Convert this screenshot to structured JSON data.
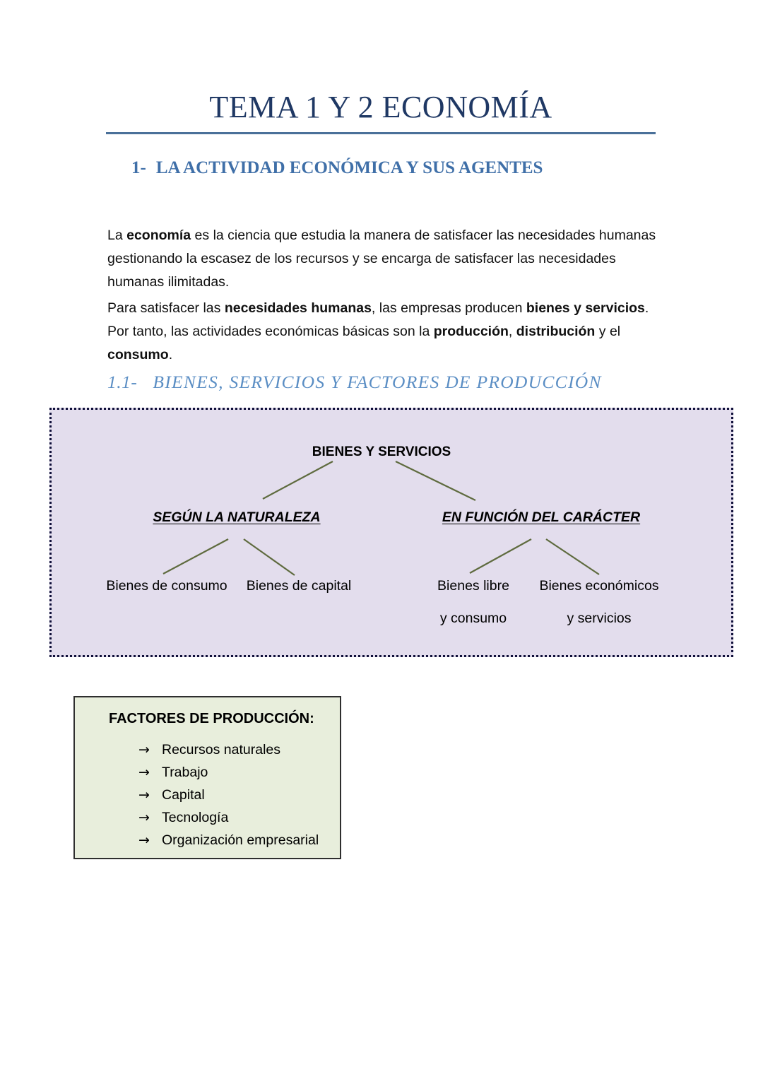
{
  "document": {
    "title": "TEMA 1 Y 2 ECONOMÍA",
    "accent_title_color": "#1f3864",
    "accent_rule_color": "#4a7099",
    "accent_h1_color": "#3f6fa8",
    "accent_h2_color": "#5b8ec4"
  },
  "section1": {
    "number": "1-",
    "heading": "LA ACTIVIDAD ECONÓMICA Y SUS AGENTES",
    "paragraph1": {
      "part1": "La ",
      "bold1": "economía",
      "part2": " es la ciencia que estudia la manera de satisfacer las necesidades humanas gestionando la escasez de los recursos y se encarga de satisfacer las necesidades humanas ilimitadas."
    },
    "paragraph2": {
      "part1": "Para satisfacer las ",
      "bold1": "necesidades humanas",
      "part2": ", las empresas producen ",
      "bold2": "bienes y servicios",
      "part3": ". Por tanto, las actividades económicas básicas son la ",
      "bold3": "producción",
      "part4": ", ",
      "bold4": "distribución",
      "part5": " y el ",
      "bold5": "consumo",
      "part6": "."
    }
  },
  "section11": {
    "number": "1.1-",
    "heading": "BIENES, SERVICIOS Y FACTORES DE PRODUCCIÓN"
  },
  "diagram": {
    "background_color": "#e3dded",
    "border_color": "#10103a",
    "connector_color": "#5f6b3f",
    "root": "BIENES Y SERVICIOS",
    "branch_left": {
      "label": "SEGÚN LA NATURALEZA",
      "leaf1_line1": "Bienes de consumo",
      "leaf1_line2": "",
      "leaf2_line1": "Bienes de capital",
      "leaf2_line2": ""
    },
    "branch_right": {
      "label": "EN FUNCIÓN DEL CARÁCTER",
      "leaf1_line1": "Bienes libre",
      "leaf1_line2": "y consumo",
      "leaf2_line1": "Bienes económicos",
      "leaf2_line2": "y servicios"
    }
  },
  "factors": {
    "background_color": "#e8eedc",
    "border_color": "#2e2e2e",
    "title": "FACTORES DE PRODUCCIÓN:",
    "arrow": "→",
    "items": [
      "Recursos naturales",
      "Trabajo",
      "Capital",
      "Tecnología",
      "Organización empresarial"
    ]
  }
}
